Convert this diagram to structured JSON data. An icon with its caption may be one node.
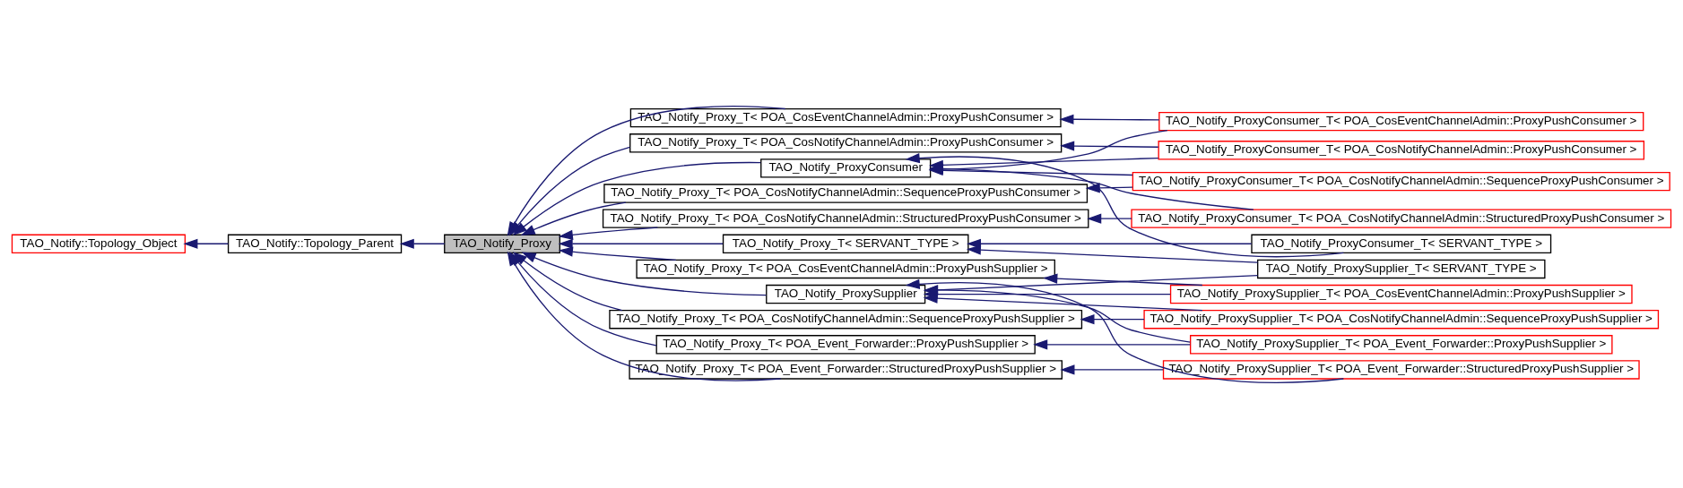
{
  "diagram": {
    "nodes": [
      {
        "text": [
          "TAO_Notify::Topology_Object"
        ]
      },
      {
        "text": [
          "TAO_Notify::Topology_Parent"
        ]
      },
      {
        "text": [
          "TAO_Notify_Proxy"
        ]
      },
      {
        "text": [
          "TAO_Notify_Proxy_T< POA_CosEventChannelAdmin::ProxyPushConsumer >"
        ]
      },
      {
        "text": [
          "TAO_Notify_Proxy_T< POA_CosNotifyChannelAdmin::ProxyPushConsumer >"
        ]
      },
      {
        "text": [
          "TAO_Notify_Proxy_T< POA_CosNotifyChannelAdmin::SequenceProxyPushConsumer >"
        ]
      },
      {
        "text": [
          "TAO_Notify_ProxyConsumer"
        ]
      },
      {
        "text": [
          "TAO_Notify_Proxy_T< POA_CosNotifyChannelAdmin::StructuredProxyPushConsumer >"
        ]
      },
      {
        "text": [
          "TAO_Notify_Proxy_T< SERVANT_TYPE >"
        ]
      },
      {
        "text": [
          "TAO_Notify_Proxy_T< POA_CosEventChannelAdmin::ProxyPushSupplier >"
        ]
      },
      {
        "text": [
          "TAO_Notify_Proxy_T< POA_CosNotifyChannelAdmin::SequenceProxyPushSupplier >"
        ]
      },
      {
        "text": [
          "TAO_Notify_ProxySupplier"
        ]
      },
      {
        "text": [
          "TAO_Notify_Proxy_T< POA_Event_Forwarder::ProxyPushSupplier >"
        ]
      },
      {
        "text": [
          "TAO_Notify_Proxy_T< POA_Event_Forwarder::StructuredProxyPushSupplier >"
        ]
      },
      {
        "text": [
          "TAO_Notify_ProxyConsumer_T< POA_CosEventChannelAdmin::ProxyPushConsumer >"
        ]
      },
      {
        "text": [
          "TAO_Notify_ProxyConsumer_T< POA_CosNotifyChannelAdmin::ProxyPushConsumer >"
        ]
      },
      {
        "text": [
          "TAO_Notify_ProxyConsumer_T< POA_CosNotifyChannelAdmin::SequenceProxyPushConsumer >"
        ]
      },
      {
        "text": [
          "TAO_Notify_ProxyConsumer_T< POA_CosNotifyChannelAdmin::StructuredProxyPushConsumer >"
        ]
      },
      {
        "text": [
          "TAO_Notify_ProxyConsumer_T< SERVANT_TYPE >"
        ]
      },
      {
        "text": [
          "TAO_Notify_ProxySupplier_T< SERVANT_TYPE >"
        ]
      },
      {
        "text": [
          "TAO_Notify_ProxySupplier_T< POA_CosEventChannelAdmin::ProxyPushSupplier >"
        ]
      },
      {
        "text": [
          "TAO_Notify_ProxySupplier_T< POA_CosNotifyChannelAdmin::SequenceProxyPushSupplier >"
        ]
      },
      {
        "text": [
          "TAO_Notify_ProxySupplier_T< POA_Event_Forwarder::ProxyPushSupplier >"
        ]
      },
      {
        "text": [
          "TAO_Notify_ProxySupplier_T< POA_Event_Forwarder::StructuredProxyPushSupplier >"
        ]
      }
    ],
    "edges": [
      {
        "from": 1,
        "to": 0,
        "arrow": "to"
      },
      {
        "from": 2,
        "to": 1,
        "arrow": "to"
      },
      {
        "from": 3,
        "to": 2,
        "arrow": "to"
      },
      {
        "from": 4,
        "to": 2,
        "arrow": "to"
      },
      {
        "from": 5,
        "to": 2,
        "arrow": "to"
      },
      {
        "from": 6,
        "to": 2,
        "arrow": "to"
      },
      {
        "from": 7,
        "to": 2,
        "arrow": "to"
      },
      {
        "from": 8,
        "to": 2,
        "arrow": "to"
      },
      {
        "from": 9,
        "to": 2,
        "arrow": "to"
      },
      {
        "from": 10,
        "to": 2,
        "arrow": "to"
      },
      {
        "from": 11,
        "to": 2,
        "arrow": "to"
      },
      {
        "from": 12,
        "to": 2,
        "arrow": "to"
      },
      {
        "from": 13,
        "to": 2,
        "arrow": "to"
      },
      {
        "from": 14,
        "to": 3,
        "arrow": "to"
      },
      {
        "from": 14,
        "to": 6,
        "arrow": "to"
      },
      {
        "from": 15,
        "to": 4,
        "arrow": "to"
      },
      {
        "from": 15,
        "to": 6,
        "arrow": "to"
      },
      {
        "from": 16,
        "to": 5,
        "arrow": "to"
      },
      {
        "from": 16,
        "to": 6,
        "arrow": "to"
      },
      {
        "from": 17,
        "to": 7,
        "arrow": "to"
      },
      {
        "from": 17,
        "to": 6,
        "arrow": "to"
      },
      {
        "from": 18,
        "to": 8,
        "arrow": "to"
      },
      {
        "from": 18,
        "to": 6,
        "arrow": "to"
      },
      {
        "from": 19,
        "to": 8,
        "arrow": "to"
      },
      {
        "from": 19,
        "to": 11,
        "arrow": "to"
      },
      {
        "from": 20,
        "to": 9,
        "arrow": "to"
      },
      {
        "from": 20,
        "to": 11,
        "arrow": "to"
      },
      {
        "from": 21,
        "to": 10,
        "arrow": "to"
      },
      {
        "from": 21,
        "to": 11,
        "arrow": "to"
      },
      {
        "from": 22,
        "to": 12,
        "arrow": "to"
      },
      {
        "from": 22,
        "to": 11,
        "arrow": "to"
      },
      {
        "from": 23,
        "to": 13,
        "arrow": "to"
      },
      {
        "from": 23,
        "to": 11,
        "arrow": "to"
      }
    ]
  }
}
